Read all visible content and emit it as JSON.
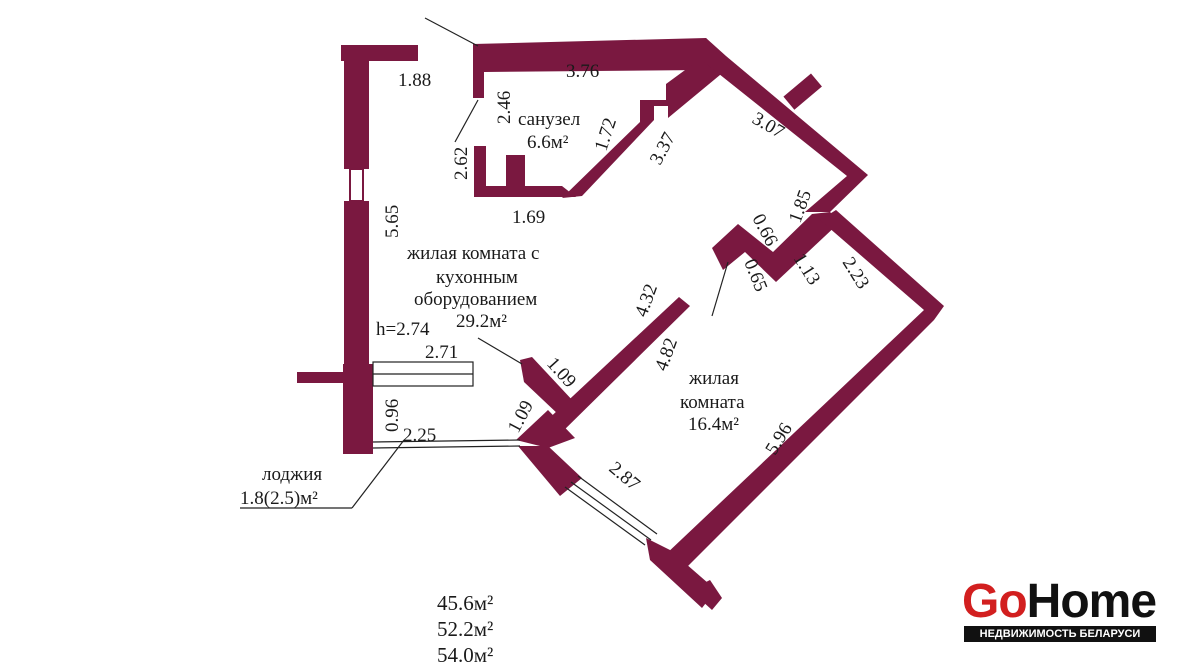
{
  "rooms": {
    "bathroom": {
      "name": "санузел",
      "area": "6.6м²"
    },
    "living_kitchen": {
      "line1": "жилая комната с",
      "line2": "кухонным",
      "line3": "оборудованием",
      "area": "29.2м²"
    },
    "bedroom": {
      "line1": "жилая",
      "line2": "комната",
      "area": "16.4м²"
    },
    "loggia": {
      "name": "лоджия",
      "area": "1.8(2.5)м²"
    }
  },
  "ceiling_height": "h=2.74",
  "dimensions": {
    "d_188": "1.88",
    "d_376": "3.76",
    "d_246": "2.46",
    "d_262": "2.62",
    "d_172": "1.72",
    "d_337": "3.37",
    "d_307": "3.07",
    "d_169": "1.69",
    "d_565": "5.65",
    "d_185": "1.85",
    "d_066": "0.66",
    "d_065": "0.65",
    "d_113": "1.13",
    "d_223": "2.23",
    "d_432": "4.32",
    "d_482": "4.82",
    "d_271": "2.71",
    "d_109a": "1.09",
    "d_109b": "1.09",
    "d_096": "0.96",
    "d_225": "2.25",
    "d_287": "2.87",
    "d_596": "5.96"
  },
  "totals": [
    "45.6м²",
    "52.2м²",
    "54.0м²"
  ],
  "logo": {
    "go": "Go",
    "home": "Home",
    "subtitle": "НЕДВИЖИМОСТЬ БЕЛАРУСИ"
  },
  "colors": {
    "wall": "#7a1840",
    "logo_red": "#d21f1f",
    "logo_dark": "#111111"
  }
}
